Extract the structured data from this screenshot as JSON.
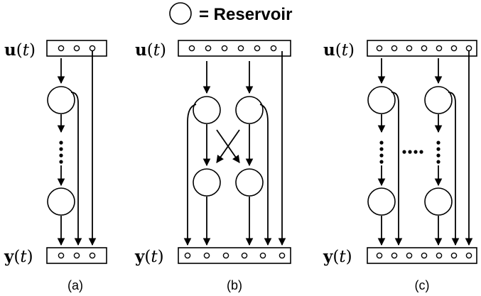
{
  "legend": {
    "symbol_name": "reservoir-legend-circle-icon",
    "text": "= Reservoir"
  },
  "panels": [
    {
      "caption": "(a)",
      "input_label": "u(t)",
      "output_label": "y(t)",
      "input_nodes": 3,
      "output_nodes": 3
    },
    {
      "caption": "(b)",
      "input_label": "u(t)",
      "output_label": "y(t)",
      "input_nodes": 6,
      "output_nodes": 6
    },
    {
      "caption": "(c)",
      "input_label": "u(t)",
      "output_label": "y(t)",
      "input_nodes": 7,
      "output_nodes": 7
    }
  ],
  "labels": {
    "u_main": "u",
    "y_main": "y",
    "t_arg": "t",
    "paren_open": "(",
    "paren_close": ")",
    "h_ellipsis": "···"
  }
}
